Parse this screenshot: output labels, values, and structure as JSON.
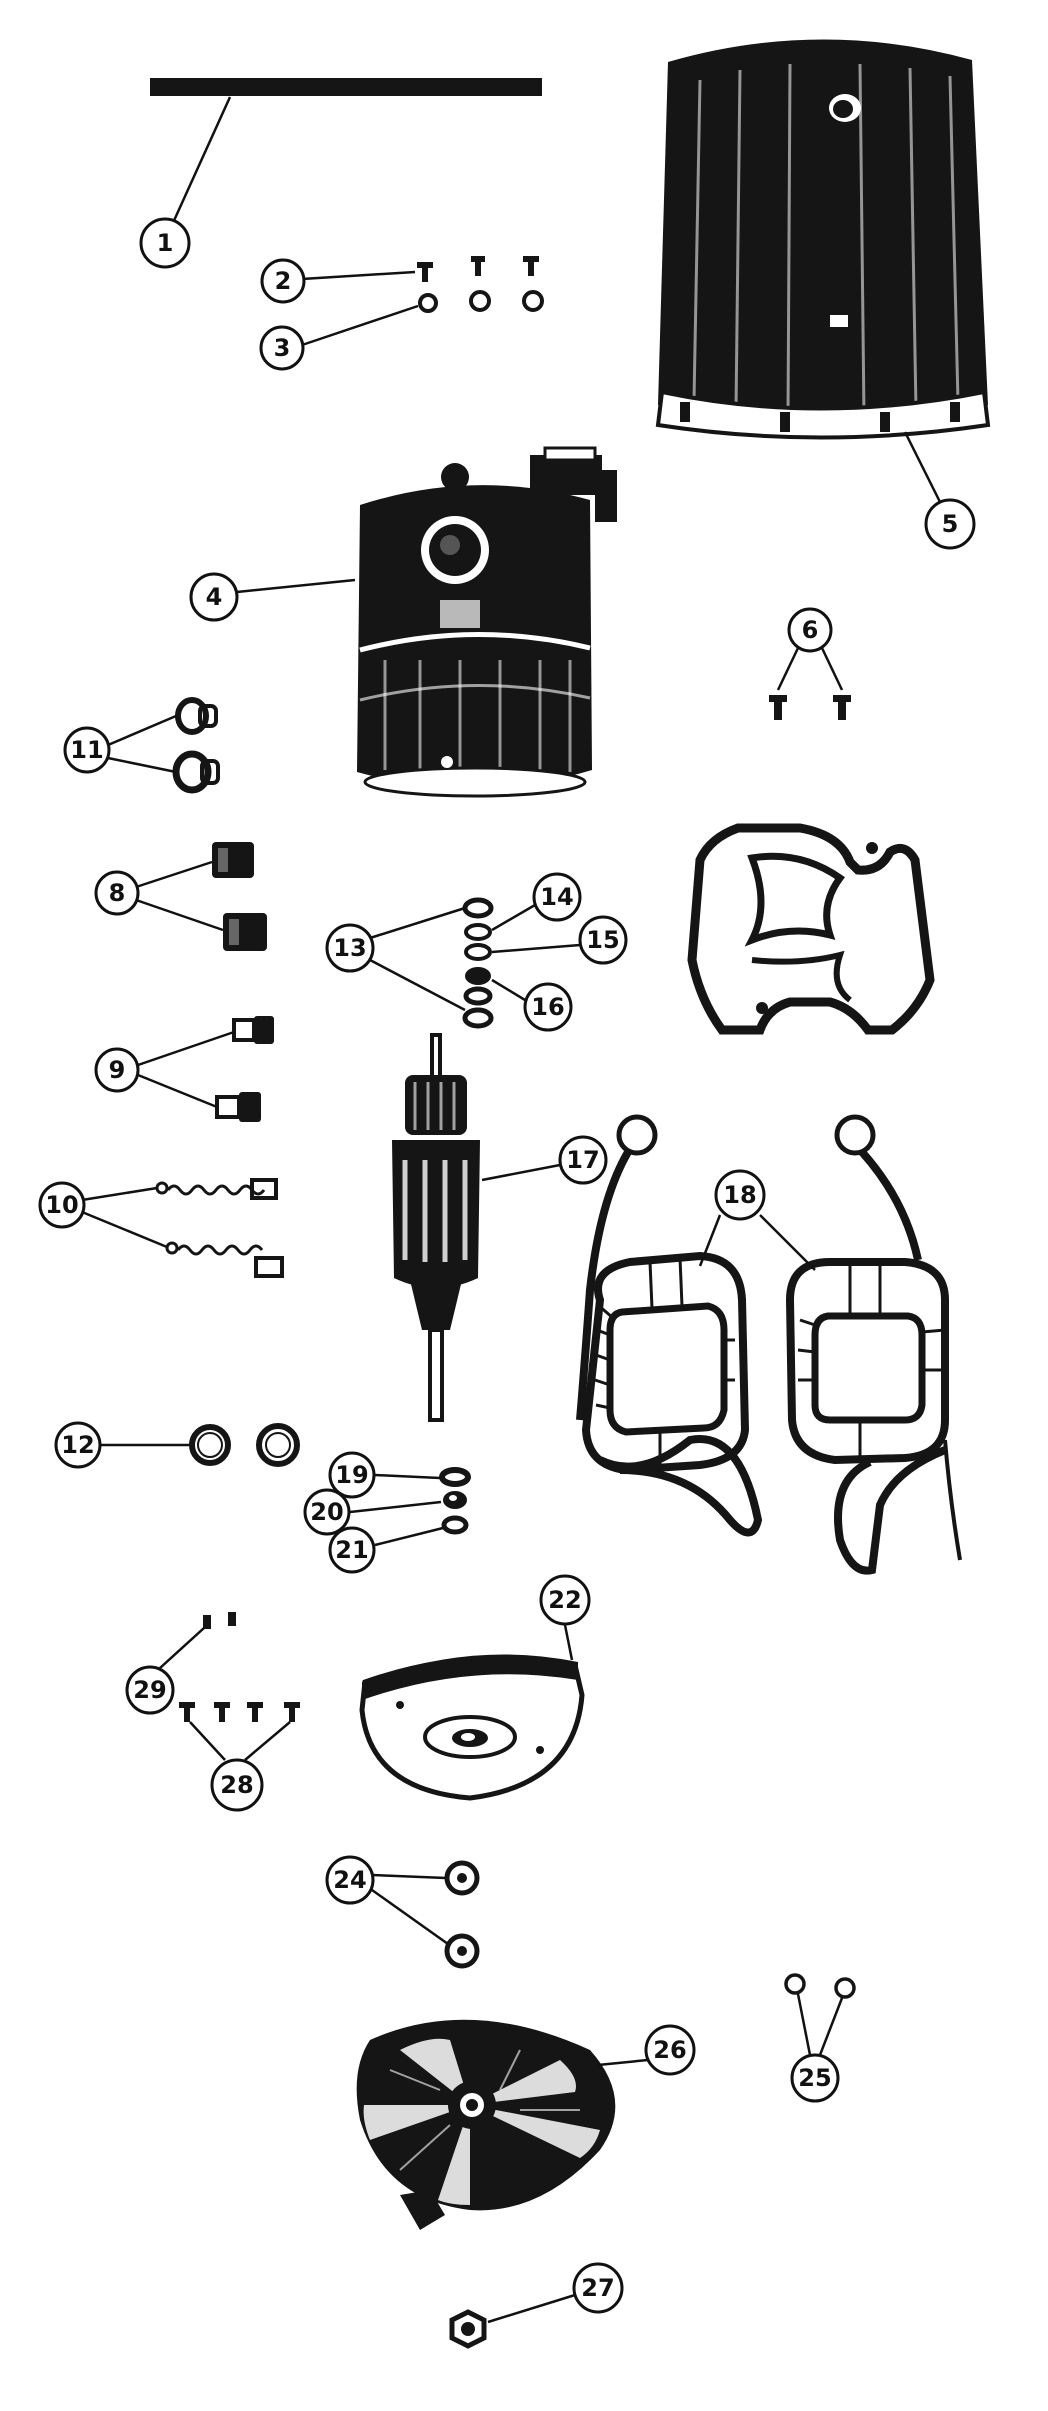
{
  "diagram": {
    "colors": {
      "ink": "#151515",
      "paper": "#ffffff"
    },
    "callouts": [
      {
        "id": "1",
        "label": "1"
      },
      {
        "id": "2",
        "label": "2"
      },
      {
        "id": "3",
        "label": "3"
      },
      {
        "id": "4",
        "label": "4"
      },
      {
        "id": "5",
        "label": "5"
      },
      {
        "id": "6",
        "label": "6"
      },
      {
        "id": "8",
        "label": "8"
      },
      {
        "id": "9",
        "label": "9"
      },
      {
        "id": "10",
        "label": "10"
      },
      {
        "id": "11",
        "label": "11"
      },
      {
        "id": "12",
        "label": "12"
      },
      {
        "id": "13",
        "label": "13"
      },
      {
        "id": "14",
        "label": "14"
      },
      {
        "id": "15",
        "label": "15"
      },
      {
        "id": "16",
        "label": "16"
      },
      {
        "id": "17",
        "label": "17"
      },
      {
        "id": "18",
        "label": "18"
      },
      {
        "id": "19",
        "label": "19"
      },
      {
        "id": "20",
        "label": "20"
      },
      {
        "id": "21",
        "label": "21"
      },
      {
        "id": "22",
        "label": "22"
      },
      {
        "id": "24",
        "label": "24"
      },
      {
        "id": "25",
        "label": "25"
      },
      {
        "id": "26",
        "label": "26"
      },
      {
        "id": "27",
        "label": "27"
      },
      {
        "id": "28",
        "label": "28"
      },
      {
        "id": "29",
        "label": "29"
      }
    ]
  }
}
